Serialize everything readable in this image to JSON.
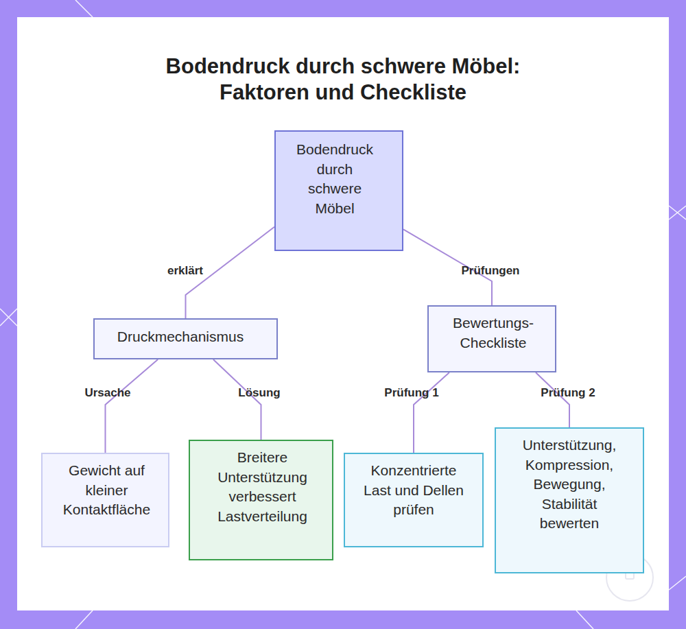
{
  "diagram": {
    "title": "Bodendruck durch schwere Möbel: Faktoren und Checkliste",
    "nodes": [
      {
        "text": [
          "Bodendruck durch schwere Möbel"
        ]
      },
      {
        "text": [
          "Druckmechanismus"
        ]
      },
      {
        "text": [
          "Bewertungs-Checkliste"
        ]
      },
      {
        "text": [
          "Gewicht auf kleiner Kontaktfläche"
        ]
      },
      {
        "text": [
          "Breitere Unterstützung verbessert Lastverteilung"
        ]
      },
      {
        "text": [
          "Konzentrierte Last und Dellen prüfen"
        ]
      },
      {
        "text": [
          "Unterstützung, Kompression, Bewegung, Stabilität bewerten"
        ]
      }
    ],
    "edges": [
      {
        "from": 0,
        "to": 1,
        "label": "erklärt",
        "arrow": "none"
      },
      {
        "from": 0,
        "to": 2,
        "label": "Prüfungen",
        "arrow": "none"
      },
      {
        "from": 1,
        "to": 3,
        "label": "Ursache",
        "arrow": "none"
      },
      {
        "from": 1,
        "to": 4,
        "label": "Lösung",
        "arrow": "none"
      },
      {
        "from": 2,
        "to": 5,
        "label": "Prüfung 1",
        "arrow": "none"
      },
      {
        "from": 2,
        "to": 6,
        "label": "Prüfung 2",
        "arrow": "none"
      }
    ]
  }
}
